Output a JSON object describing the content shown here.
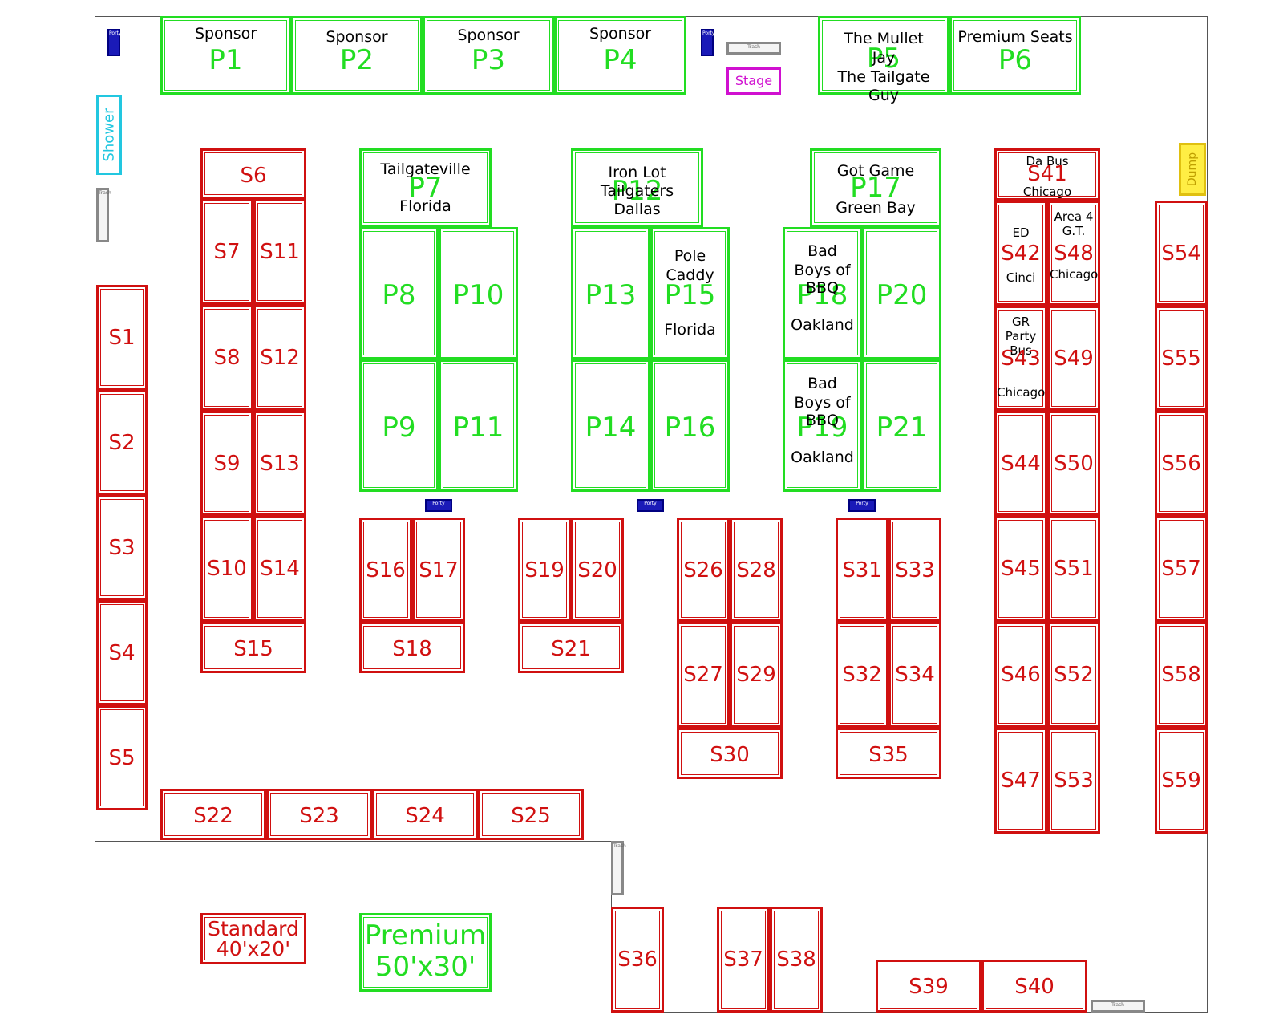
{
  "legend": {
    "standard_line1": "Standard",
    "standard_line2": "40'x20'",
    "premium_line1": "Premium",
    "premium_line2": "50'x30'"
  },
  "facilities": {
    "shower": "Shower",
    "dump": "Dump",
    "stage": "Stage",
    "porty": "Porty",
    "trash": "Trash"
  },
  "lots": {
    "P1": {
      "code": "P1",
      "label": "Sponsor"
    },
    "P2": {
      "code": "P2",
      "label": "Sponsor"
    },
    "P3": {
      "code": "P3",
      "label": "Sponsor"
    },
    "P4": {
      "code": "P4",
      "label": "Sponsor"
    },
    "P5": {
      "code": "P5",
      "label1": "The Mullet",
      "label2": "Jay",
      "label3": "The Tailgate Guy"
    },
    "P6": {
      "code": "P6",
      "label": "Premium Seats"
    },
    "P7": {
      "code": "P7",
      "label1": "Tailgateville",
      "label2": "Florida"
    },
    "P8": {
      "code": "P8"
    },
    "P9": {
      "code": "P9"
    },
    "P10": {
      "code": "P10"
    },
    "P11": {
      "code": "P11"
    },
    "P12": {
      "code": "P12",
      "label1": "Iron Lot",
      "label2": "Tailgaters",
      "label3": "Dallas"
    },
    "P13": {
      "code": "P13"
    },
    "P14": {
      "code": "P14"
    },
    "P15": {
      "code": "P15",
      "label1": "Pole",
      "label2": "Caddy",
      "label3": "Florida"
    },
    "P16": {
      "code": "P16"
    },
    "P17": {
      "code": "P17",
      "label1": "Got Game",
      "label2": "Green Bay"
    },
    "P18": {
      "code": "P18",
      "label1": "Bad",
      "label2": "Boys of",
      "label3": "BBQ",
      "label4": "Oakland"
    },
    "P19": {
      "code": "P19",
      "label1": "Bad",
      "label2": "Boys of",
      "label3": "BBQ",
      "label4": "Oakland"
    },
    "P20": {
      "code": "P20"
    },
    "P21": {
      "code": "P21"
    },
    "S1": {
      "code": "S1"
    },
    "S2": {
      "code": "S2"
    },
    "S3": {
      "code": "S3"
    },
    "S4": {
      "code": "S4"
    },
    "S5": {
      "code": "S5"
    },
    "S6": {
      "code": "S6"
    },
    "S7": {
      "code": "S7"
    },
    "S8": {
      "code": "S8"
    },
    "S9": {
      "code": "S9"
    },
    "S10": {
      "code": "S10"
    },
    "S11": {
      "code": "S11"
    },
    "S12": {
      "code": "S12"
    },
    "S13": {
      "code": "S13"
    },
    "S14": {
      "code": "S14"
    },
    "S15": {
      "code": "S15"
    },
    "S16": {
      "code": "S16"
    },
    "S17": {
      "code": "S17"
    },
    "S18": {
      "code": "S18"
    },
    "S19": {
      "code": "S19"
    },
    "S20": {
      "code": "S20"
    },
    "S21": {
      "code": "S21"
    },
    "S22": {
      "code": "S22"
    },
    "S23": {
      "code": "S23"
    },
    "S24": {
      "code": "S24"
    },
    "S25": {
      "code": "S25"
    },
    "S26": {
      "code": "S26"
    },
    "S27": {
      "code": "S27"
    },
    "S28": {
      "code": "S28"
    },
    "S29": {
      "code": "S29"
    },
    "S30": {
      "code": "S30"
    },
    "S31": {
      "code": "S31"
    },
    "S32": {
      "code": "S32"
    },
    "S33": {
      "code": "S33"
    },
    "S34": {
      "code": "S34"
    },
    "S35": {
      "code": "S35"
    },
    "S36": {
      "code": "S36"
    },
    "S37": {
      "code": "S37"
    },
    "S38": {
      "code": "S38"
    },
    "S39": {
      "code": "S39"
    },
    "S40": {
      "code": "S40"
    },
    "S41": {
      "code": "S41",
      "label1": "Da Bus",
      "label2": "Chicago"
    },
    "S42": {
      "code": "S42",
      "label1": "ED",
      "label2": "Cinci"
    },
    "S43": {
      "code": "S43",
      "label1": "GR",
      "label2": "Party",
      "label3": "Bus",
      "label4": "Chicago"
    },
    "S44": {
      "code": "S44"
    },
    "S45": {
      "code": "S45"
    },
    "S46": {
      "code": "S46"
    },
    "S47": {
      "code": "S47"
    },
    "S48": {
      "code": "S48",
      "label1": "Area 4",
      "label2": "G.T.",
      "label3": "Chicago"
    },
    "S49": {
      "code": "S49"
    },
    "S50": {
      "code": "S50"
    },
    "S51": {
      "code": "S51"
    },
    "S52": {
      "code": "S52"
    },
    "S53": {
      "code": "S53"
    },
    "S54": {
      "code": "S54"
    },
    "S55": {
      "code": "S55"
    },
    "S56": {
      "code": "S56"
    },
    "S57": {
      "code": "S57"
    },
    "S58": {
      "code": "S58"
    },
    "S59": {
      "code": "S59"
    }
  }
}
